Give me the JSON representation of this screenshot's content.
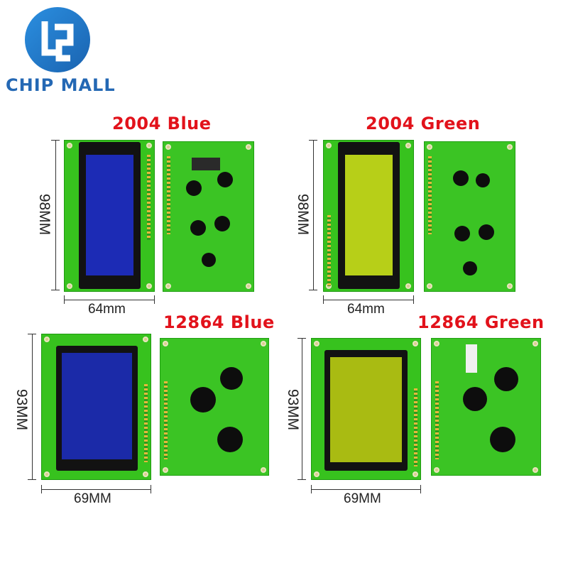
{
  "brand": {
    "name": "CHIP MALL",
    "logo_colors": [
      "#1a63b0",
      "#2b8fe0"
    ]
  },
  "products": [
    {
      "title": "2004 Blue",
      "height_label": "98MM",
      "width_label": "64mm",
      "screen_color": "#1c2bb5"
    },
    {
      "title": "2004 Green",
      "height_label": "98MM",
      "width_label": "64mm",
      "screen_color": "#b7cf18"
    },
    {
      "title": "12864 Blue",
      "height_label": "93MM",
      "width_label": "69MM",
      "screen_color": "#1b2aa8"
    },
    {
      "title": "12864 Green",
      "height_label": "93MM",
      "width_label": "69MM",
      "screen_color": "#a9bb12"
    }
  ],
  "colors": {
    "title_red": "#e2121b",
    "pcb_green": "#37c21e"
  }
}
